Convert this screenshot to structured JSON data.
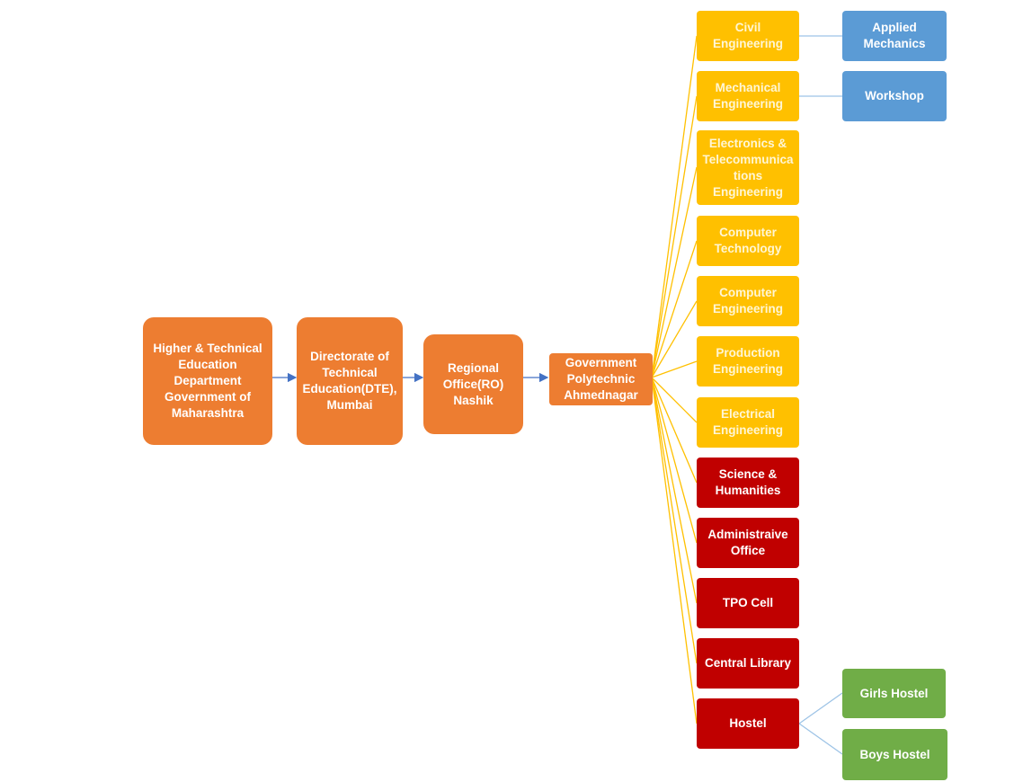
{
  "chain": {
    "hted": "Higher & Technical\nEducation\nDepartment\nGovernment of\nMaharashtra",
    "dte": "Directorate of\nTechnical\nEducation(DTE),\nMumbai",
    "ro": "Regional\nOffice(RO)\nNashik",
    "gp": "Government\nPolytechnic\nAhmednagar"
  },
  "departments": {
    "civil": "Civil\nEngineering",
    "mechanical": "Mechanical\nEngineering",
    "entc": "Electronics &\nTelecommunica\ntions\nEngineering",
    "comp_tech": "Computer\nTechnology",
    "comp_eng": "Computer\nEngineering",
    "production": "Production\nEngineering",
    "electrical": "Electrical\nEngineering"
  },
  "sections": {
    "science": "Science &\nHumanities",
    "admin": "Administraive\nOffice",
    "tpo": "TPO Cell",
    "library": "Central Library",
    "hostel": "Hostel"
  },
  "subunits": {
    "applied_mechanics": "Applied\nMechanics",
    "workshop": "Workshop",
    "girls_hostel": "Girls Hostel",
    "boys_hostel": "Boys Hostel"
  },
  "colors": {
    "chain": "#ED7D31",
    "departments": "#FFC000",
    "sections": "#C00000",
    "workshops": "#5B9BD5",
    "hostels": "#70AD47",
    "arrow": "#4472C4",
    "fan_lines": "#FFC000",
    "sub_lines": "#9DC3E6"
  }
}
